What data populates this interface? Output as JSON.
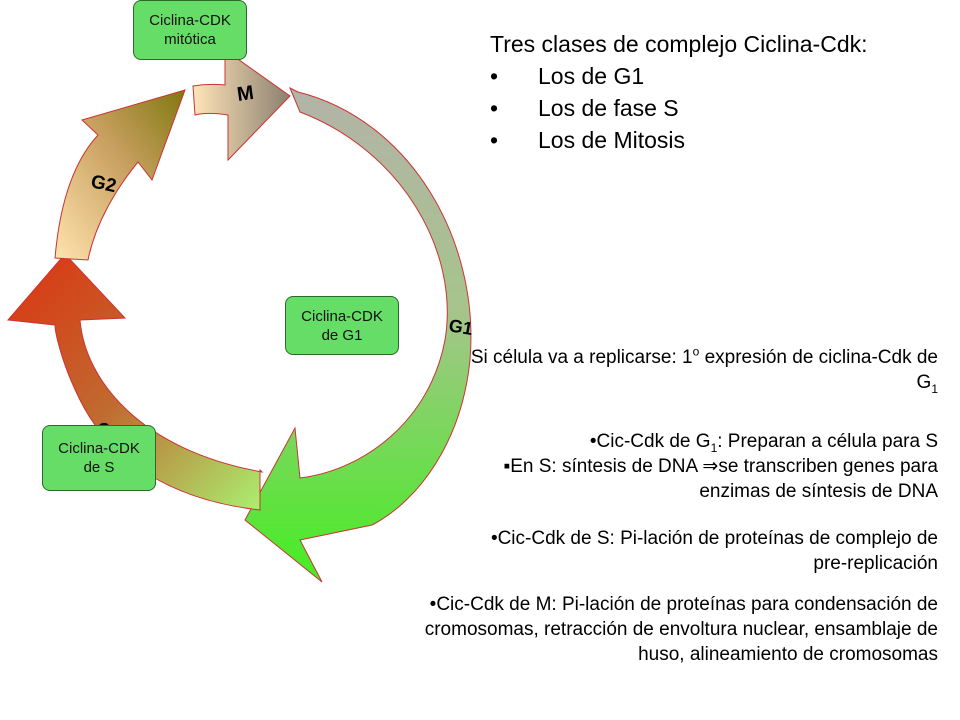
{
  "cycle": {
    "phases": {
      "m": "M",
      "g2": "G2",
      "g1": "G1",
      "s": "S"
    }
  },
  "boxes": {
    "mitotic": {
      "line1": "Ciclina-CDK",
      "line2": "mitótica"
    },
    "g1": {
      "line1": "Ciclina-CDK",
      "line2": "de G1"
    },
    "s": {
      "line1": "Ciclina-CDK",
      "line2": "de S"
    }
  },
  "title": {
    "heading": "Tres clases de complejo Ciclina-Cdk:",
    "bullet": "•",
    "items": [
      "Los de G1",
      "Los de fase S",
      "Los de Mitosis"
    ]
  },
  "intro": {
    "pre": "Si célula va a replicarse: 1",
    "sup": "o",
    "mid": " expresión de ciclina-Cdk de G",
    "sub": "1"
  },
  "points": {
    "p1": {
      "pre": "•Cic-Cdk de G",
      "sub": "1",
      "post": ": Preparan a célula para S",
      "line2_pre": "▪En S: síntesis de DNA ",
      "arrow": "⇒",
      "line2_post": "se transcriben genes para enzimas de síntesis de DNA"
    },
    "p2": "•Cic-Cdk de S: Pi-lación de proteínas de complejo de pre-replicación",
    "p3": "•Cic-Cdk de M: Pi-lación de proteínas para condensación de cromosomas, retracción de envoltura nuclear, ensamblaje de huso, alineamiento de cromosomas"
  },
  "colors": {
    "g1_arrow_start": "#b0b0a0",
    "g1_arrow_end": "#55ee33",
    "s_arrow_start": "#99ee66",
    "s_arrow_end": "#dd3311",
    "g2_arrow_start": "#ffe0a0",
    "g2_arrow_end": "#888811",
    "m_arrow_start": "#ffe0b0",
    "m_arrow_end": "#888070",
    "box_fill": "#66dd66",
    "arrow_outline": "#cc3333"
  }
}
